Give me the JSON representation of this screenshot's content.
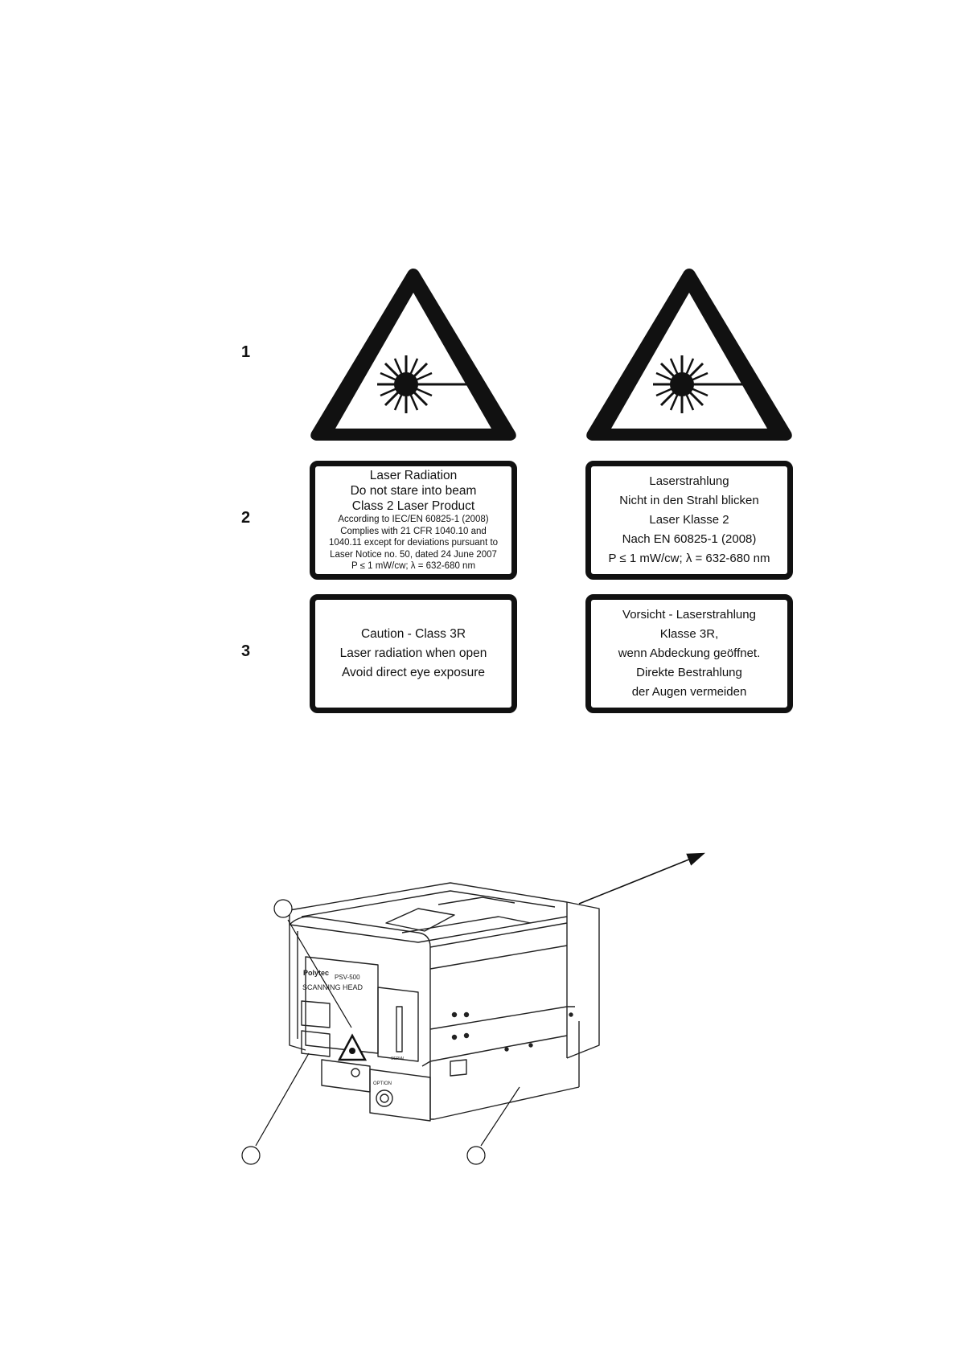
{
  "rows": {
    "row1_number": "1",
    "row2_number": "2",
    "row3_number": "3"
  },
  "label2_en": {
    "line1": "Laser Radiation",
    "line2": "Do not stare into beam",
    "line3": "Class 2 Laser Product",
    "line4": "According to IEC/EN 60825-1 (2008)",
    "line5": "Complies with 21 CFR 1040.10 and",
    "line6": "1040.11 except for deviations pursuant to",
    "line7": "Laser Notice no. 50, dated 24 June 2007",
    "line8": "P ≤ 1 mW/cw;  λ = 632-680 nm"
  },
  "label2_de": {
    "line1": "Laserstrahlung",
    "line2": "Nicht in den Strahl blicken",
    "line3": "Laser Klasse 2",
    "line4": "Nach EN 60825-1 (2008)",
    "line5": "P ≤ 1 mW/cw;  λ = 632-680 nm"
  },
  "label3_en": {
    "line1": "Caution - Class 3R",
    "line2": "Laser radiation when open",
    "line3": "Avoid direct eye exposure"
  },
  "label3_de": {
    "line1": "Vorsicht - Laserstrahlung",
    "line2": "Klasse 3R,",
    "line3": "wenn Abdeckung geöffnet.",
    "line4": "Direkte Bestrahlung",
    "line5": "der Augen vermeiden"
  },
  "device": {
    "brand": "Polytec",
    "model": "PSV-500",
    "name": "SCANNING HEAD",
    "option_label": "OPTION",
    "serial_label": "SERIAL"
  },
  "icons": {
    "warning_sign": "laser-warning-triangle-icon",
    "callout": "callout-circle-icon",
    "beam": "laser-beam-arrow-icon"
  },
  "colors": {
    "ink": "#111111",
    "paper": "#ffffff"
  }
}
